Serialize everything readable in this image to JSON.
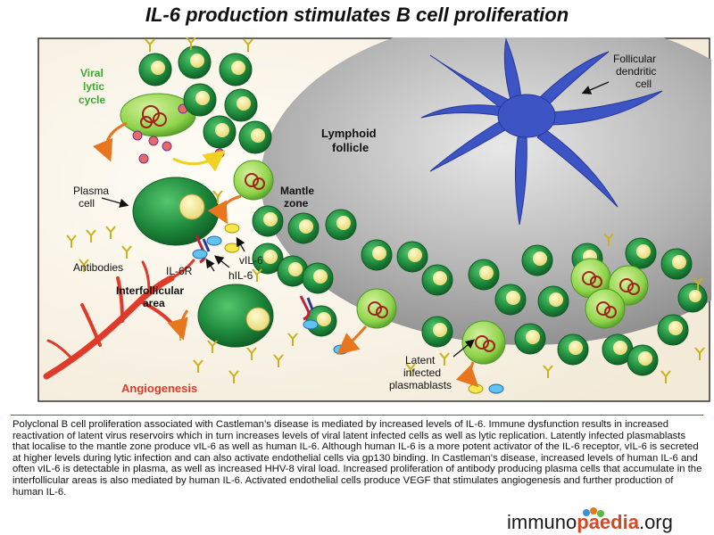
{
  "title": "IL-6 production stimulates B cell proliferation",
  "labels": {
    "viral_lytic_cycle": [
      "Viral",
      "lytic",
      "cycle"
    ],
    "follicular_dendritic_cell": [
      "Follicular",
      "dendritic",
      "cell"
    ],
    "lymphoid_follicle": [
      "Lymphoid",
      "follicle"
    ],
    "plasma_cell": [
      "Plasma",
      "cell"
    ],
    "mantle_zone": [
      "Mantle",
      "zone"
    ],
    "vil6": "vIL-6",
    "il6r": "IL-6R",
    "hil6": "hIL-6",
    "antibodies": "Antibodies",
    "interfollicular_area": [
      "Interfollicular",
      "area"
    ],
    "latent_infected_plasmablasts": [
      "Latent",
      "infected",
      "plasmablasts"
    ],
    "angiogenesis": "Angiogenesis"
  },
  "caption": "Polyclonal B cell proliferation associated with Castleman’s disease is mediated by increased levels of IL-6. Immune dysfunction results in increased reactivation of latent virus reservoirs which in turn increases levels of viral latent infected cells as well as lytic replication. Latently infected plasmablasts that localise to the mantle zone produce vIL-6 as well as human IL-6.  Although human IL-6 is a more potent activator of the IL-6 receptor, vIL-6 is secreted at higher levels during lytic infection and can also activate endothelial cells via gp130 binding. In Castleman’s disease, increased levels of human IL-6 and often vIL-6 is detectable in plasma, as well as increased HHV-8 viral load. Increased proliferation of antibody producing plasma cells that accumulate in the interfollicular areas is also mediated by human IL-6. Activated endothelial cells produce VEGF that stimulates angiogenesis and further production of human IL-6.",
  "logo": {
    "part1": "immuno",
    "part2": "paedia",
    "part3": ".org"
  },
  "colors": {
    "cell_green": "#1e8a3c",
    "infected_green": "#8fd34a",
    "nucleus": "#f2e88c",
    "follicle_grey": "#9a9a9a",
    "dendritic_blue": "#3d55c4",
    "angiogenesis_red": "#e03a2a",
    "accent_orange": "#e8761e",
    "viral_lytic_green": "#3aa832"
  }
}
